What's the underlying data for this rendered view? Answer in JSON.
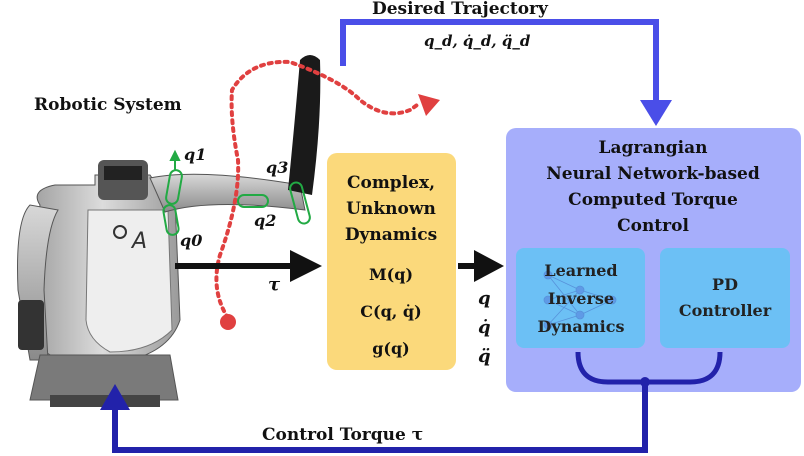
{
  "labels": {
    "desired_trajectory": "Desired Trajectory",
    "desired_symbols": "q_d, q̇_d, q̈_d",
    "robotic_system": "Robotic System",
    "control_torque": "Control Torque τ",
    "tau": "τ"
  },
  "joints": {
    "q0": "q0",
    "q1": "q1",
    "q2": "q2",
    "q3": "q3"
  },
  "dynamics_box": {
    "title_lines": [
      "Complex,",
      "Unknown",
      "Dynamics"
    ],
    "terms": [
      "M(q)",
      "C(q, q̇)",
      "g(q)"
    ],
    "fill": "#fbd97b"
  },
  "state_outputs": [
    "q",
    "q̇",
    "q̈"
  ],
  "controller_box": {
    "title_lines": [
      "Lagrangian",
      "Neural Network-based",
      "Computed Torque",
      "Control"
    ],
    "fill": "#a6aefb",
    "learned_block_lines": [
      "Learned",
      "Inverse",
      "Dynamics"
    ],
    "pd_block_lines": [
      "PD",
      "Controller"
    ],
    "inner_fill": "#6cc0f5"
  },
  "colors": {
    "feedback_arrow": "#2222aa",
    "trajectory_arrow": "#4a4ee8",
    "path": "#e04040",
    "joint": "#22aa44"
  }
}
